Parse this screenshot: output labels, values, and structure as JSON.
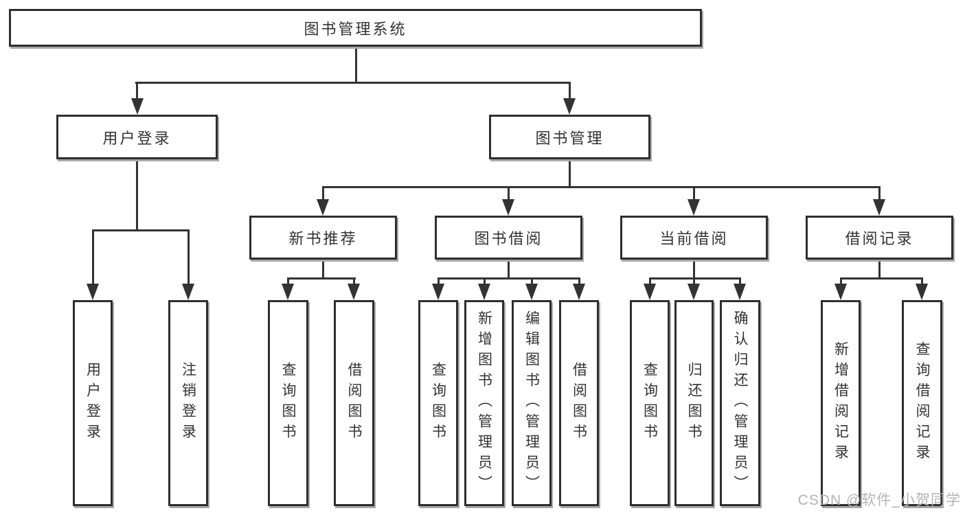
{
  "diagram": {
    "type": "function-structure-tree",
    "root": {
      "label": "图书管理系统"
    },
    "level2": [
      {
        "label": "用户登录",
        "children": [
          {
            "label": "用户登录"
          },
          {
            "label": "注销登录"
          }
        ]
      },
      {
        "label": "图书管理",
        "children": [
          {
            "label": "新书推荐",
            "children": [
              {
                "label": "查询图书"
              },
              {
                "label": "借阅图书"
              }
            ]
          },
          {
            "label": "图书借阅",
            "children": [
              {
                "label": "查询图书"
              },
              {
                "label": "新增图书（管理员）"
              },
              {
                "label": "编辑图书（管理员）"
              },
              {
                "label": "借阅图书"
              }
            ]
          },
          {
            "label": "当前借阅",
            "children": [
              {
                "label": "查询图书"
              },
              {
                "label": "归还图书"
              },
              {
                "label": "确认归还（管理员）"
              }
            ]
          },
          {
            "label": "借阅记录",
            "children": [
              {
                "label": "新增借阅记录"
              },
              {
                "label": "查询借阅记录"
              }
            ]
          }
        ]
      }
    ]
  },
  "watermark": {
    "text": "CSDN @软件_小贺同学"
  },
  "colors": {
    "background": "#ffffff",
    "line": "#333333",
    "box_border": "#2e2e2e",
    "text": "#333333",
    "shadow": "#a9a9a9",
    "watermark": "#b4b4b4"
  }
}
